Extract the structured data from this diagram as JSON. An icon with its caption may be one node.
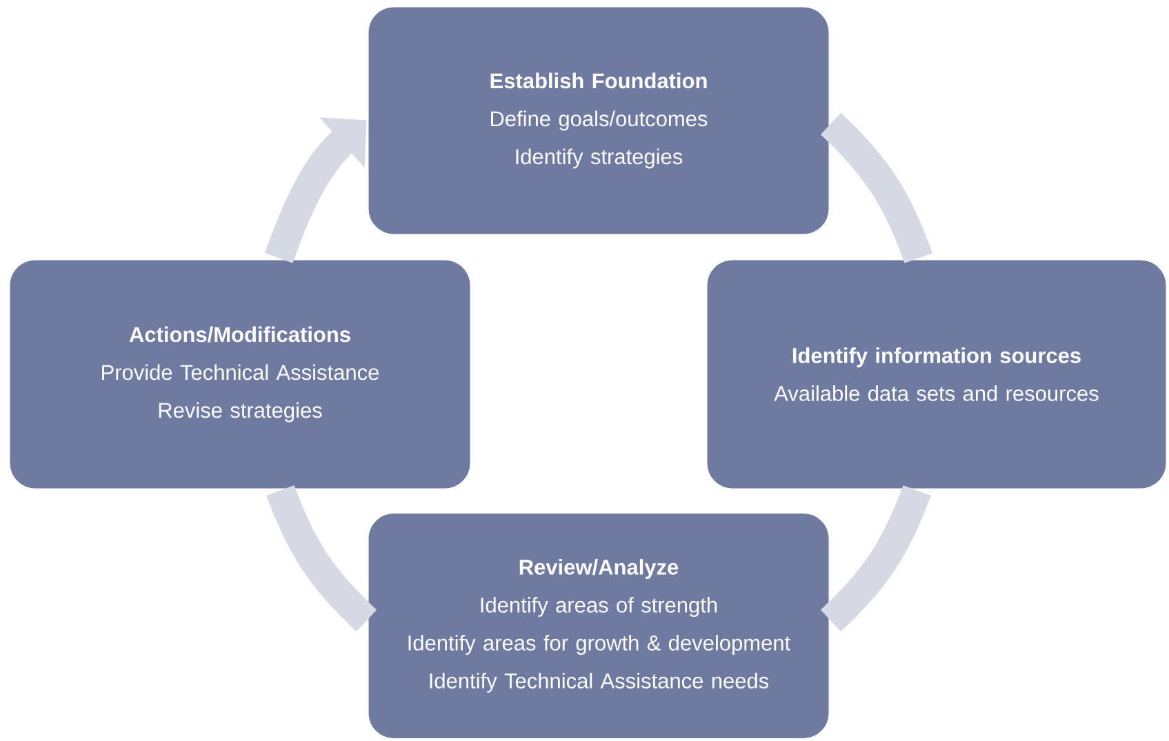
{
  "diagram": {
    "nodes": [
      {
        "text": [
          "Establish Foundation",
          "Define goals/outcomes",
          "Identify strategies"
        ]
      },
      {
        "text": [
          "Identify information sources",
          "Available data sets and resources"
        ]
      },
      {
        "text": [
          "Review/Analyze",
          "Identify areas of strength",
          "Identify areas for growth & development",
          "Identify Technical Assistance needs"
        ]
      },
      {
        "text": [
          "Actions/Modifications",
          "Provide Technical Assistance",
          "Revise strategies"
        ]
      }
    ],
    "edges": [
      {
        "from": 0,
        "to": 1,
        "arrow": "none"
      },
      {
        "from": 1,
        "to": 2,
        "arrow": "none"
      },
      {
        "from": 2,
        "to": 3,
        "arrow": "none"
      },
      {
        "from": 3,
        "to": 0,
        "arrow": "to"
      }
    ]
  }
}
